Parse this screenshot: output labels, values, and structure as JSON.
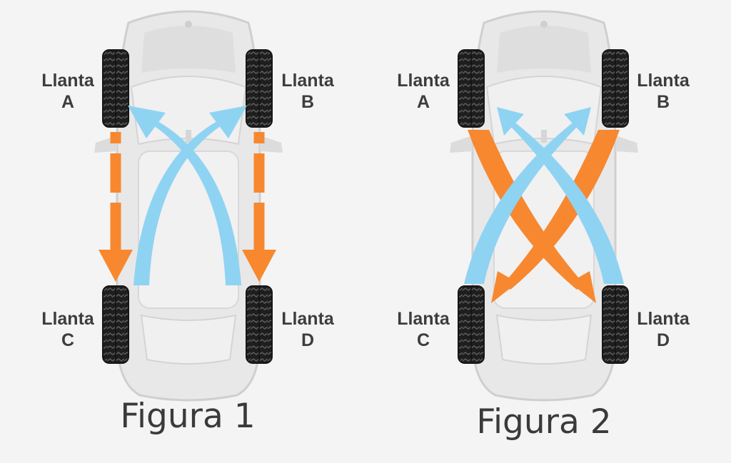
{
  "figures": [
    {
      "caption": "Figura 1",
      "tires": [
        {
          "word": "Llanta",
          "letter": "A"
        },
        {
          "word": "Llanta",
          "letter": "B"
        },
        {
          "word": "Llanta",
          "letter": "C"
        },
        {
          "word": "Llanta",
          "letter": "D"
        }
      ]
    },
    {
      "caption": "Figura 2",
      "tires": [
        {
          "word": "Llanta",
          "letter": "A"
        },
        {
          "word": "Llanta",
          "letter": "B"
        },
        {
          "word": "Llanta",
          "letter": "C"
        },
        {
          "word": "Llanta",
          "letter": "D"
        }
      ]
    }
  ],
  "colors": {
    "background": "#f4f4f4",
    "orange_arrow": "#f7882f",
    "blue_arrow": "#8fd3f2",
    "car_body": "#e6e6e6",
    "tire": "#1e1e1e",
    "text": "#3d3d3d"
  }
}
